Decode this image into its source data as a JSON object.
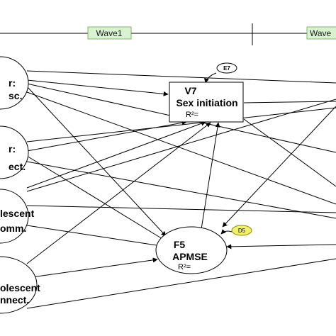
{
  "waves": {
    "wave1": "Wave1",
    "wave2": "Wave"
  },
  "nodes": {
    "n1": {
      "line1": "r:",
      "line2": "sc."
    },
    "n2": {
      "line1": "r:",
      "line2": "ect."
    },
    "n3": {
      "line1": "lescent",
      "line2": "omm."
    },
    "n4": {
      "line1": "olescent",
      "line2": "nnect."
    },
    "v7": {
      "code": "V7",
      "name": "Sex initiation",
      "r2": "R²="
    },
    "f5": {
      "code": "F5",
      "name": "APMSE",
      "r2": "R²="
    }
  },
  "disturbances": {
    "e7": "E7",
    "d5": "D5"
  },
  "colors": {
    "wave_box": "#d9f2d0",
    "wave_box_border": "#6aa84f",
    "d5_fill": "#f3f06a",
    "d5_border": "#8a8a00",
    "line": "#000000"
  }
}
